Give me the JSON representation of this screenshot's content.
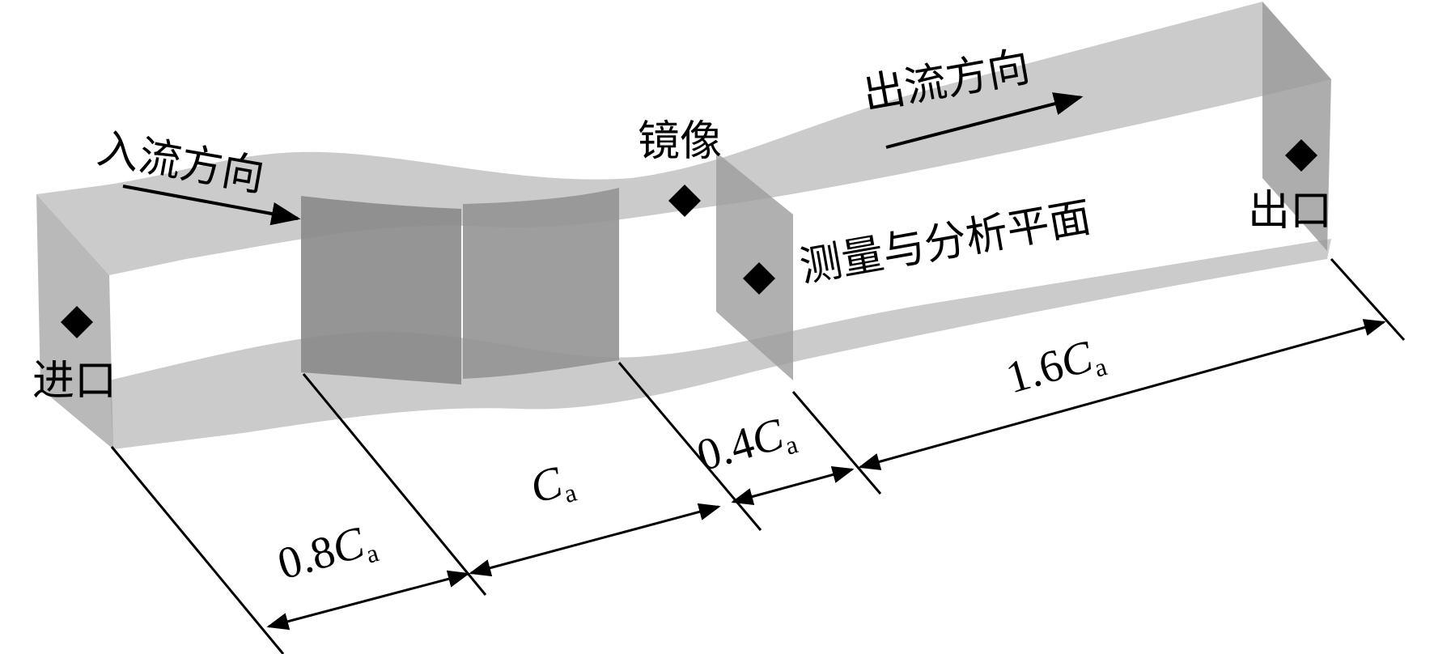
{
  "labels": {
    "inlet": "进口",
    "outlet": "出口",
    "inflow_direction": "入流方向",
    "outflow_direction": "出流方向",
    "mirror": "镜像",
    "measurement_plane": "测量与分析平面"
  },
  "dimensions": {
    "d1_coef": "0.8",
    "d1_sym": "C",
    "d1_sub": "a",
    "d2_coef": "",
    "d2_sym": "C",
    "d2_sub": "a",
    "d3_coef": "0.4",
    "d3_sym": "C",
    "d3_sub": "a",
    "d4_coef": "1.6",
    "d4_sym": "C",
    "d4_sub": "a"
  },
  "colors": {
    "channel_fill": "#b9b9b9",
    "channel_dark": "#8c8c8c",
    "blade_fill": "#8f8f8f",
    "face_fill": "#a6a6a6",
    "line": "#000000",
    "background": "#ffffff"
  },
  "icons": {
    "marker": "black-diamond",
    "arrowhead": "filled-triangle"
  }
}
